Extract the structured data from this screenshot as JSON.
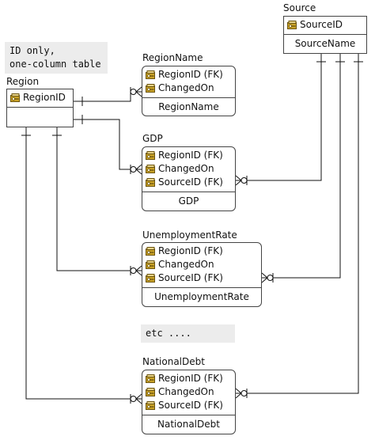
{
  "note_id_only": "ID only,\none-column table",
  "note_etc": "etc ....",
  "entities": {
    "region": {
      "title": "Region",
      "keys": [
        "RegionID"
      ],
      "attribute": ""
    },
    "source": {
      "title": "Source",
      "keys": [
        "SourceID"
      ],
      "attribute": "SourceName"
    },
    "regionname": {
      "title": "RegionName",
      "keys": [
        "RegionID (FK)",
        "ChangedOn"
      ],
      "attribute": "RegionName"
    },
    "gdp": {
      "title": "GDP",
      "keys": [
        "RegionID (FK)",
        "ChangedOn",
        "SourceID (FK)"
      ],
      "attribute": "GDP"
    },
    "unemploymentrate": {
      "title": "UnemploymentRate",
      "keys": [
        "RegionID (FK)",
        "ChangedOn",
        "SourceID (FK)"
      ],
      "attribute": "UnemploymentRate"
    },
    "nationaldebt": {
      "title": "NationalDebt",
      "keys": [
        "RegionID (FK)",
        "ChangedOn",
        "SourceID (FK)"
      ],
      "attribute": "NationalDebt"
    }
  },
  "icons": {
    "key": "key-icon"
  },
  "colors": {
    "line": "#111111",
    "entity_border": "#444444",
    "note_bg": "#ececec",
    "key_gold": "#c9a227"
  }
}
